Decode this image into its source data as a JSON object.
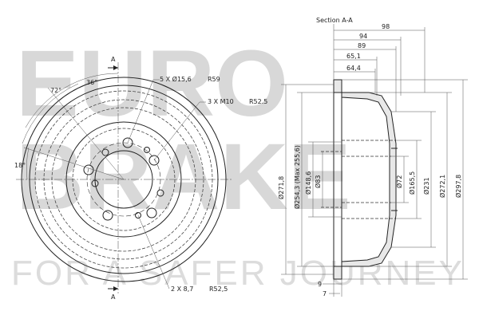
{
  "watermark": {
    "brand": "EUROBRAKE",
    "line1": "EURO",
    "line2": "BRAKE",
    "tagline": "FOR A SAFER JOURNEY"
  },
  "front_view": {
    "section_marker": "A",
    "angle_labels": [
      "36°",
      "72°",
      "18°"
    ],
    "callouts": {
      "bolt_holes": "5 X Ø15,6",
      "bolt_circle": "R59",
      "thread_holes": "3 X M10",
      "thread_radius": "R52.5",
      "pin_holes": "2 X 8,7",
      "pin_radius": "R52,5"
    }
  },
  "section_view": {
    "title": "Section A-A",
    "horizontal_dims": [
      "98",
      "94",
      "89",
      "65,1",
      "64,4"
    ],
    "vertical_dims": [
      "Ø271,8",
      "Ø254,3 (Max 255,6)",
      "Ø148,6",
      "Ø83",
      "Ø72",
      "Ø165,5",
      "Ø231",
      "Ø272,1",
      "Ø297,8"
    ],
    "bottom_dims": [
      "9",
      "7"
    ]
  }
}
